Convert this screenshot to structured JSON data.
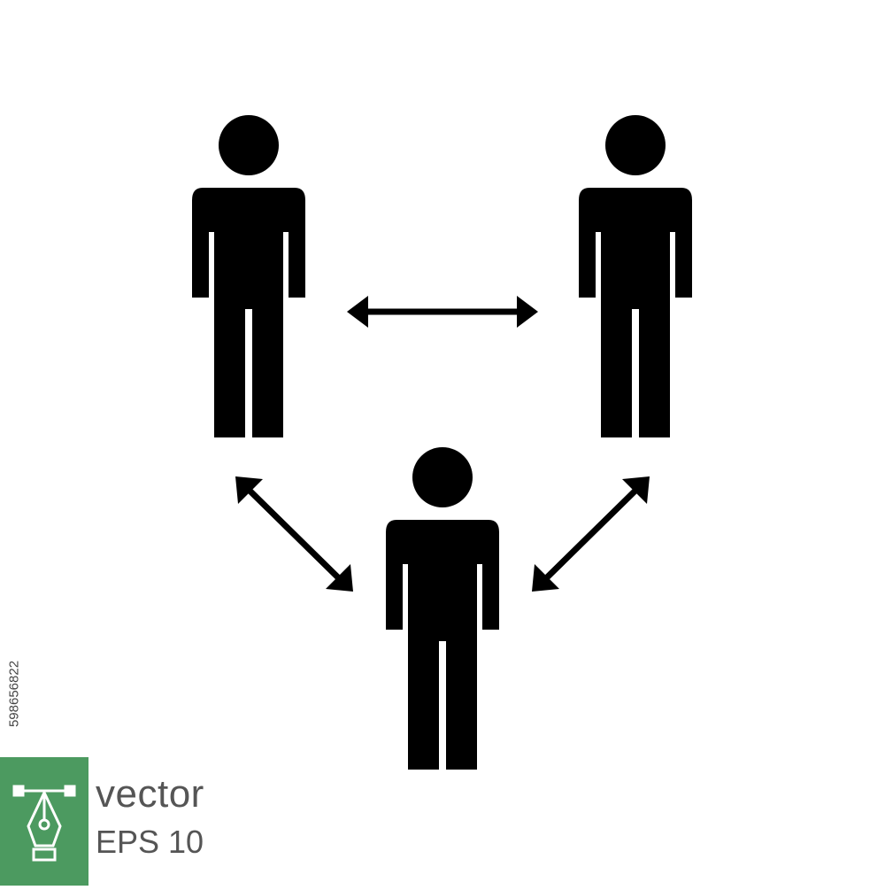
{
  "icon": {
    "subject": "three-people-network",
    "fill_color": "#000000",
    "people": [
      "person-top-left",
      "person-top-right",
      "person-bottom"
    ],
    "arrows": [
      "arrow-top-horizontal",
      "arrow-left-diagonal",
      "arrow-right-diagonal"
    ]
  },
  "badge": {
    "icon_name": "pen-tool-icon",
    "color": "#4c9a60",
    "vector_label": "vector",
    "eps_label": "EPS 10"
  },
  "stock_id": "598656822"
}
